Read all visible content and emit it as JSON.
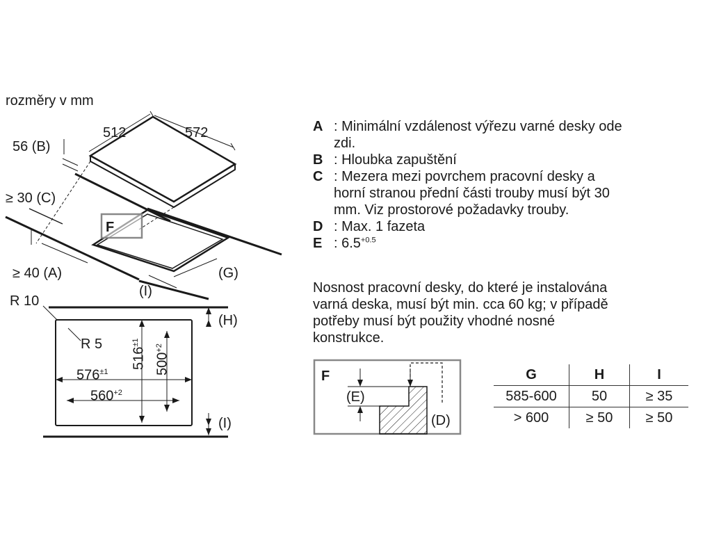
{
  "units_label": "rozměry v mm",
  "hob": {
    "width": "512",
    "depth": "572",
    "b": "56 (B)"
  },
  "cutout": {
    "c": "≥ 30 (C)",
    "a": "≥ 40 (A)",
    "g": "(G)",
    "i": "(I)",
    "f": "F"
  },
  "plan": {
    "r10": "R 10",
    "r5": "R 5",
    "w_outer": "576",
    "w_outer_tol": "±1",
    "w_inner": "560",
    "w_inner_tol": "+2",
    "d_outer": "516",
    "d_outer_tol": "±1",
    "d_inner": "500",
    "d_inner_tol": "+2",
    "h": "(H)",
    "i": "(I)"
  },
  "legend": [
    {
      "key": "A",
      "text": ": Minimální vzdálenost výřezu varné desky ode zdi."
    },
    {
      "key": "B",
      "text": ": Hloubka zapuštění"
    },
    {
      "key": "C",
      "text": ": Mezera mezi povrchem pracovní desky a horní stranou přední části trouby musí být 30 mm. Viz prostorové požadavky trouby."
    },
    {
      "key": "D",
      "text": ": Max. 1 fazeta"
    },
    {
      "key": "E",
      "text": ": 6.5",
      "sup": "+0.5"
    }
  ],
  "note": "Nosnost pracovní desky, do které je instalována varná deska, musí být min. cca 60 kg; v případě potřeby musí být použity vhodné nosné konstrukce.",
  "detail": {
    "f": "F",
    "e": "(E)",
    "d": "(D)"
  },
  "table": {
    "headers": [
      "G",
      "H",
      "I"
    ],
    "rows": [
      [
        "585-600",
        "50",
        "≥ 35"
      ],
      [
        "> 600",
        "≥ 50",
        "≥ 50"
      ]
    ]
  }
}
